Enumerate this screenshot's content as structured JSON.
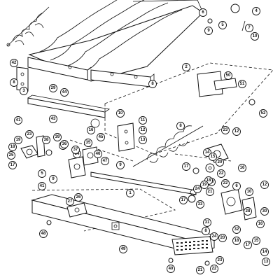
{
  "callouts": [
    {
      "id": "c42",
      "label": "42"
    },
    {
      "id": "c8a",
      "label": "8"
    },
    {
      "id": "c3a",
      "label": "3"
    },
    {
      "id": "c29",
      "label": "29"
    },
    {
      "id": "c44",
      "label": "44"
    },
    {
      "id": "c8b",
      "label": "8"
    },
    {
      "id": "c2",
      "label": "2"
    },
    {
      "id": "c6a",
      "label": "6"
    },
    {
      "id": "c5a",
      "label": "5"
    },
    {
      "id": "c4",
      "label": "4"
    },
    {
      "id": "c7",
      "label": "7"
    },
    {
      "id": "c9a",
      "label": "9"
    },
    {
      "id": "c10a",
      "label": "10"
    },
    {
      "id": "c50",
      "label": "50"
    },
    {
      "id": "c51",
      "label": "51"
    },
    {
      "id": "c52",
      "label": "52"
    },
    {
      "id": "c41",
      "label": "41"
    },
    {
      "id": "c43",
      "label": "43"
    },
    {
      "id": "c16a",
      "label": "16"
    },
    {
      "id": "c45",
      "label": "45"
    },
    {
      "id": "c10b",
      "label": "10"
    },
    {
      "id": "c11a",
      "label": "11"
    },
    {
      "id": "c12a",
      "label": "12"
    },
    {
      "id": "c13a",
      "label": "13"
    },
    {
      "id": "c39",
      "label": "39"
    },
    {
      "id": "c38",
      "label": "38"
    },
    {
      "id": "c23a",
      "label": "23"
    },
    {
      "id": "c19a",
      "label": "19"
    },
    {
      "id": "c18a",
      "label": "18"
    },
    {
      "id": "c17a",
      "label": "17"
    },
    {
      "id": "c25",
      "label": "25"
    },
    {
      "id": "c40",
      "label": "40"
    },
    {
      "id": "c36",
      "label": "36"
    },
    {
      "id": "c34",
      "label": "34"
    },
    {
      "id": "c35",
      "label": "35"
    },
    {
      "id": "c37",
      "label": "37"
    },
    {
      "id": "c5b",
      "label": "5"
    },
    {
      "id": "c9b",
      "label": "9"
    },
    {
      "id": "c1",
      "label": "1"
    },
    {
      "id": "c46",
      "label": "46"
    },
    {
      "id": "c47",
      "label": "47"
    },
    {
      "id": "c8c",
      "label": "8"
    },
    {
      "id": "c23b",
      "label": "23"
    },
    {
      "id": "c12b",
      "label": "12"
    },
    {
      "id": "c17b",
      "label": "17"
    },
    {
      "id": "c22a",
      "label": "22"
    },
    {
      "id": "c20a",
      "label": "20"
    },
    {
      "id": "c16b",
      "label": "16"
    },
    {
      "id": "c14a",
      "label": "14"
    },
    {
      "id": "c15a",
      "label": "15"
    },
    {
      "id": "c26",
      "label": "26"
    },
    {
      "id": "c27",
      "label": "27"
    },
    {
      "id": "c24a",
      "label": "24"
    },
    {
      "id": "c23c",
      "label": "23"
    },
    {
      "id": "c22b",
      "label": "22"
    },
    {
      "id": "c21a",
      "label": "21"
    },
    {
      "id": "c18b",
      "label": "18"
    },
    {
      "id": "c19b",
      "label": "19"
    },
    {
      "id": "c17c",
      "label": "17"
    },
    {
      "id": "c30",
      "label": "30"
    },
    {
      "id": "c33",
      "label": "33"
    },
    {
      "id": "c28",
      "label": "28"
    },
    {
      "id": "c32",
      "label": "32"
    },
    {
      "id": "c31",
      "label": "31"
    },
    {
      "id": "c49",
      "label": "49"
    },
    {
      "id": "c48",
      "label": "48"
    },
    {
      "id": "c14b",
      "label": "14"
    },
    {
      "id": "c15b",
      "label": "15"
    },
    {
      "id": "c16c",
      "label": "16"
    },
    {
      "id": "c17d",
      "label": "17"
    },
    {
      "id": "c18c",
      "label": "18"
    },
    {
      "id": "c20b",
      "label": "20"
    },
    {
      "id": "c24b",
      "label": "24"
    },
    {
      "id": "c21b",
      "label": "21"
    },
    {
      "id": "c22c",
      "label": "22"
    },
    {
      "id": "c23d",
      "label": "23"
    },
    {
      "id": "c13b",
      "label": "13"
    },
    {
      "id": "c12c",
      "label": "12"
    },
    {
      "id": "c10c",
      "label": "10"
    },
    {
      "id": "c6b",
      "label": "6"
    },
    {
      "id": "c8d",
      "label": "8"
    },
    {
      "id": "c40b",
      "label": "40"
    },
    {
      "id": "c41b",
      "label": "41"
    },
    {
      "id": "c9c",
      "label": "9"
    }
  ]
}
